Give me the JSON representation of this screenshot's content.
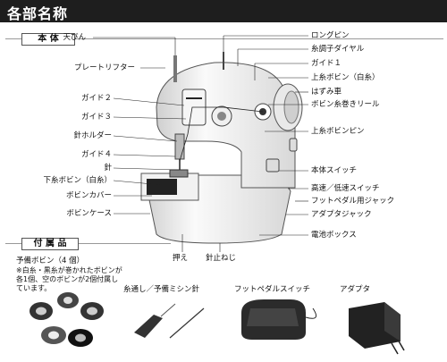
{
  "title": "各部名称",
  "section_body": "本 体",
  "section_acc": "付 属 品",
  "left_labels": [
    "天びん",
    "プレートリフター",
    "ガイド２",
    "ガイド３",
    "針ホルダー",
    "ガイド４",
    "針",
    "下糸ボビン（白糸）",
    "ボビンカバー",
    "ボビンケース"
  ],
  "right_labels": [
    "ロングピン",
    "糸調子ダイヤル",
    "ガイド１",
    "上糸ボビン（白糸）",
    "はずみ車",
    "ボビン糸巻きリール",
    "上糸ボビンピン",
    "本体スイッチ",
    "高速／低速スイッチ",
    "フットペダル用ジャック",
    "アダプタジャック",
    "電池ボックス"
  ],
  "bottom_labels": [
    "押え",
    "針止ねじ"
  ],
  "acc_note_title": "予備ボビン（4 個）",
  "acc_note_text": "※白糸・黒糸が巻かれたボビンが各1個、空のボビンが2個付属しています。",
  "acc_items": [
    "糸通し／予備ミシン針",
    "フットペダルスイッチ",
    "アダプタ"
  ]
}
